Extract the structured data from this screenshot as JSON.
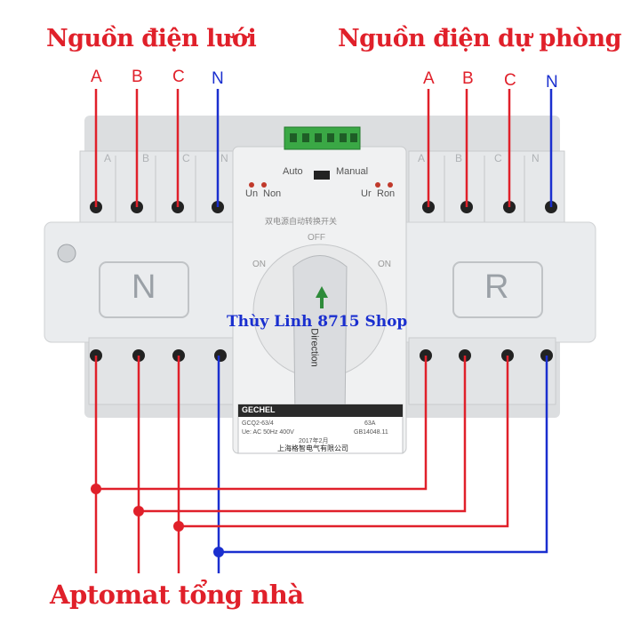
{
  "titles": {
    "top_left": "Nguồn điện lưới",
    "top_right": "Nguồn điện dự phòng",
    "bottom": "Aptomat tổng nhà"
  },
  "phases_left": [
    "A",
    "B",
    "C",
    "N"
  ],
  "phases_right": [
    "A",
    "B",
    "C",
    "N"
  ],
  "device": {
    "mode_auto": "Auto",
    "mode_manual": "Manual",
    "un": "Un",
    "non": "Non",
    "ur": "Ur",
    "ron": "Ron",
    "panel_left": "N",
    "panel_right": "R",
    "off": "OFF",
    "on_left": "ON",
    "on_right": "ON",
    "knob_text": "Direction",
    "brand": "GECHEL",
    "model_line": "GCQ2-63/4",
    "spec_line": "Ue: AC 50Hz 400V",
    "standard": "GB14048.11",
    "current": "63A",
    "date": "2017年2月",
    "maker": "上海格智电气有限公司",
    "housing_text": "双电源自动转换开关",
    "housing_letters": [
      "A",
      "B",
      "C",
      "N"
    ]
  },
  "watermark": "Thùy Linh 8715 Shop",
  "colors": {
    "phase": "#e0202a",
    "neutral": "#1a2fcf",
    "housing": "#e4e6e8",
    "terminal": "#222222",
    "connector": "#3aa845"
  }
}
